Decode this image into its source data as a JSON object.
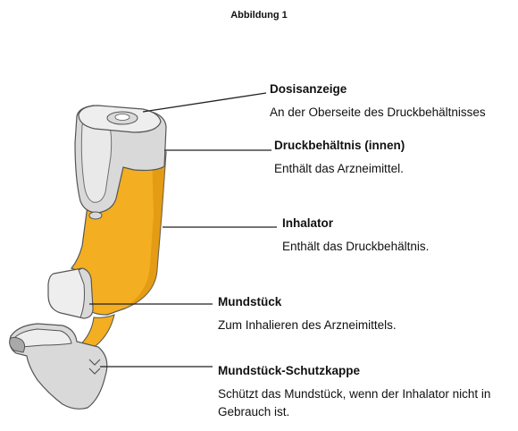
{
  "figure": {
    "title": "Abbildung 1"
  },
  "colors": {
    "body": "#F3AE21",
    "body_shade": "#D98E0C",
    "grey": "#D9D9D9",
    "grey_light": "#EEEEEE",
    "grey_dark": "#A9A9A9",
    "outline": "#555555",
    "leader": "#222222"
  },
  "labels": [
    {
      "id": "dose-counter",
      "name": "Dosisanzeige",
      "desc": "An der Oberseite des Druckbehältnisses"
    },
    {
      "id": "canister",
      "name": "Druckbehältnis (innen)",
      "desc": "Enthält das Arzneimittel."
    },
    {
      "id": "inhaler",
      "name": "Inhalator",
      "desc": "Enthält das Druckbehältnis."
    },
    {
      "id": "mouthpiece",
      "name": "Mundstück",
      "desc": "Zum Inhalieren des Arzneimittels."
    },
    {
      "id": "cap",
      "name": "Mundstück-Schutzkappe",
      "desc": "Schützt das Mundstück, wenn der Inhalator nicht in Gebrauch ist."
    }
  ]
}
